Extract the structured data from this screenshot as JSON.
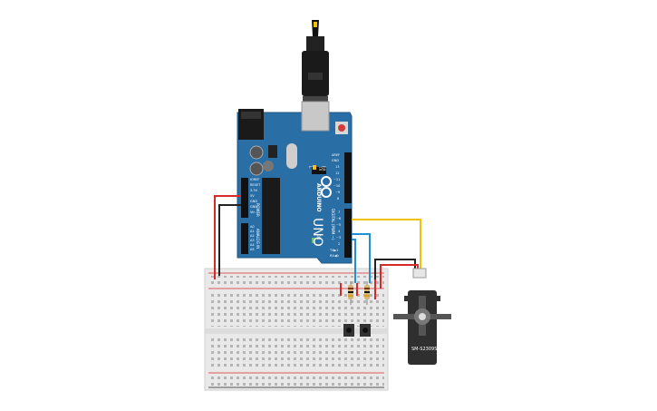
{
  "board": {
    "logo_text": "ARDUINO",
    "model": "UNO",
    "power_header_label": "POWER",
    "analog_header_label": "ANALOG IN",
    "digital_header_label": "DIGITAL (PWM ~)",
    "on_label": "ON",
    "tx_label": "TX",
    "rx_label": "RX",
    "l_label": "L",
    "power_pins": [
      "IOREF",
      "RESET",
      "3.3V",
      "5V",
      "GND",
      "GND",
      "Vin"
    ],
    "analog_pins": [
      "A0",
      "A1",
      "A2",
      "A3",
      "A4",
      "A5"
    ],
    "digital_pins_top": [
      "AREF",
      "GND",
      "13",
      "12",
      "~11",
      "~10",
      "~9",
      "8"
    ],
    "digital_pins_bottom": [
      "7",
      "~6",
      "~5",
      "4",
      "~3",
      "2",
      "TX▶1",
      "RX◀0"
    ]
  },
  "servo": {
    "label": "SM-S2309S"
  },
  "wires": {
    "power": "#d62a2a",
    "ground": "#222222",
    "signal": "#f2c200",
    "button": "#1e90d6"
  },
  "colors": {
    "board": "#2a6ea6",
    "breadboard": "#e9e9e9",
    "servo": "#2f2f2f"
  }
}
